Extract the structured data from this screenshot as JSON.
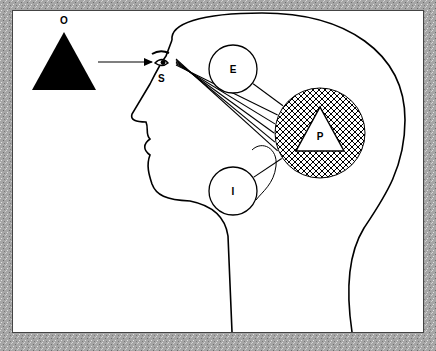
{
  "diagram": {
    "nodes": [
      {
        "text": [
          "O"
        ]
      },
      {
        "text": [
          "S"
        ]
      },
      {
        "text": [
          "E"
        ]
      },
      {
        "text": [
          "I"
        ]
      },
      {
        "text": [
          "P"
        ]
      }
    ],
    "edges": [
      {
        "from": 0,
        "to": 1,
        "arrow": "to"
      },
      {
        "from": 1,
        "to": 4,
        "arrow": "none"
      },
      {
        "from": 2,
        "to": 4,
        "arrow": "none"
      },
      {
        "from": 3,
        "to": 4,
        "arrow": "none"
      }
    ]
  }
}
